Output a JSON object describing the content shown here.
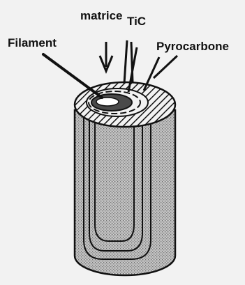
{
  "labels": {
    "filament": "Filament",
    "matrice": "matrice",
    "tic": "TiC",
    "pyrocarbone": "Pyrocarbone"
  },
  "colors": {
    "background": "#f2f2f2",
    "ink": "#111111",
    "stipple_dark": "#707070"
  }
}
